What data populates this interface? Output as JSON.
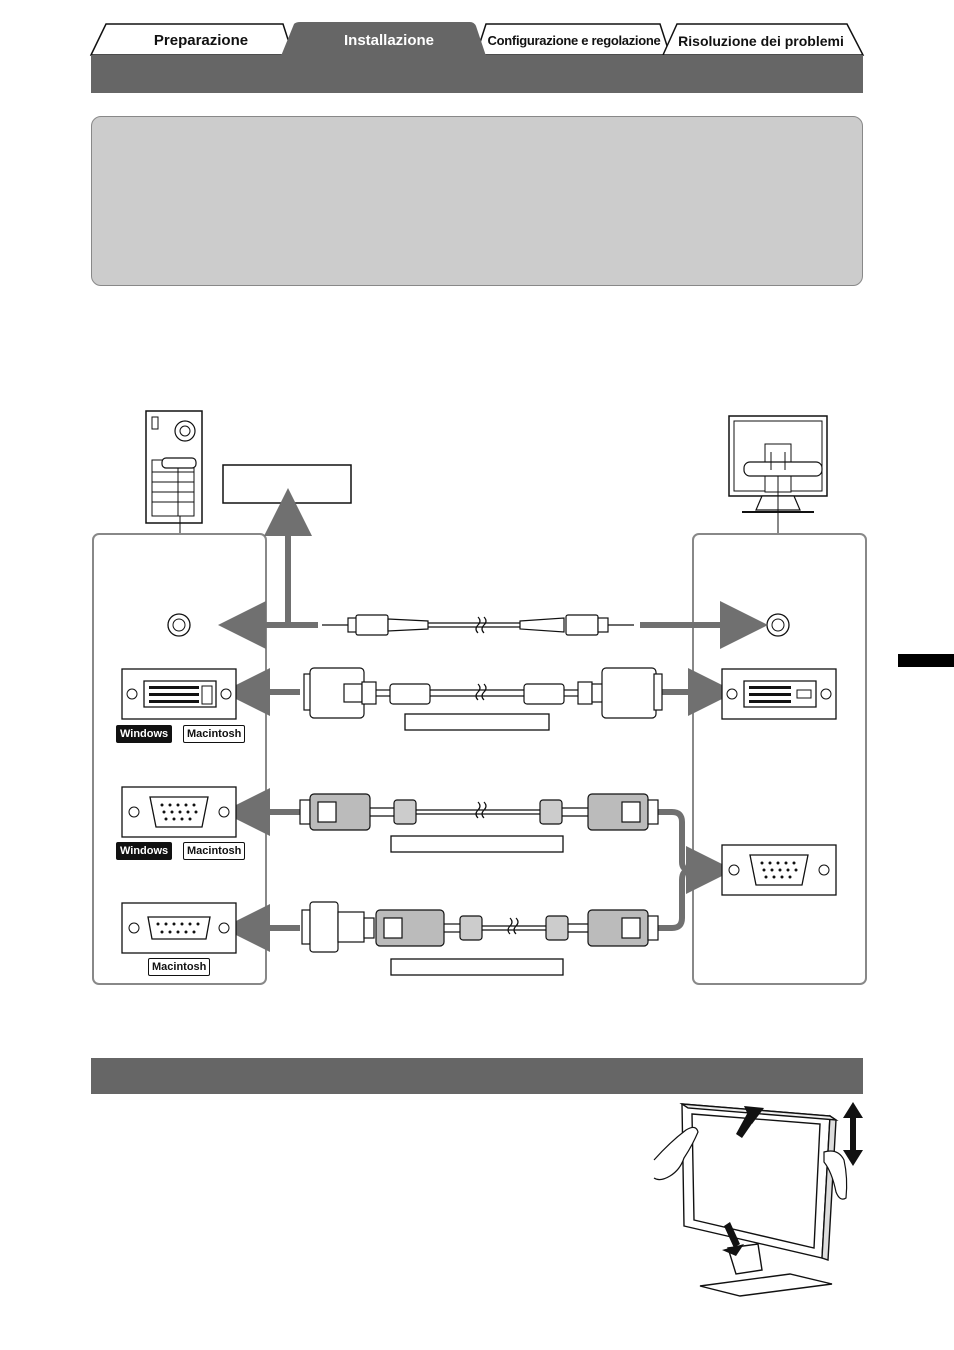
{
  "tabs": [
    {
      "label": "Preparazione",
      "active": false
    },
    {
      "label": "Installazione",
      "active": true
    },
    {
      "label": "Configurazione e regolazione",
      "active": false
    },
    {
      "label": "Risoluzione dei problemi",
      "active": false
    }
  ],
  "badges": {
    "windows": "Windows",
    "macintosh": "Macintosh"
  },
  "colors": {
    "tab_active": "#666666",
    "header_bar": "#666666",
    "note_box": "#cccccc",
    "arrow_gray": "#707070",
    "side_tab": "#000000"
  }
}
